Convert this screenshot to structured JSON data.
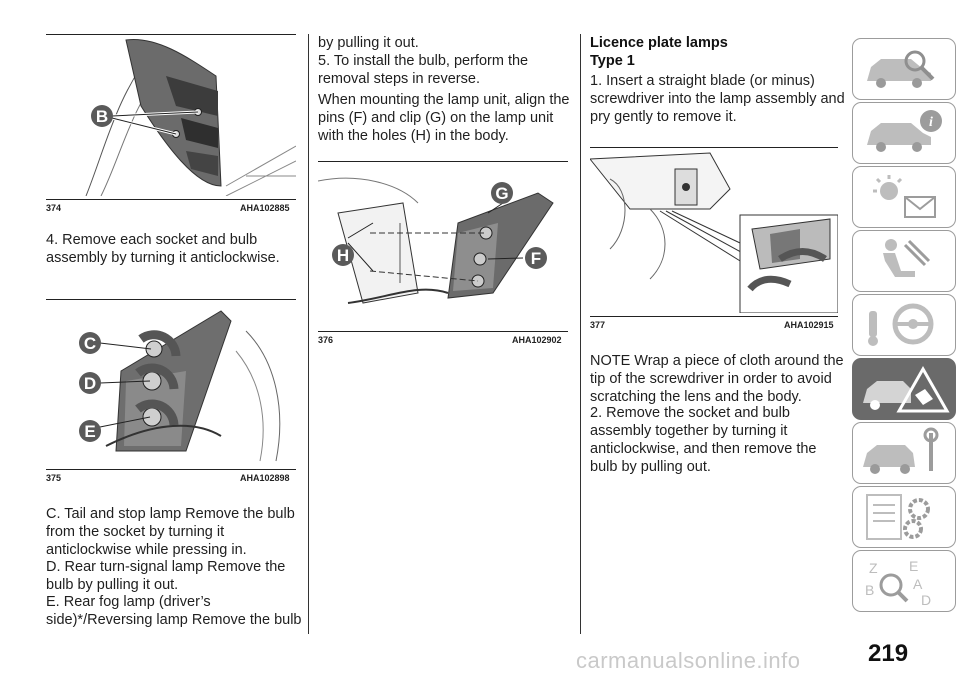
{
  "figures": {
    "fig374": {
      "number": "374",
      "code": "AHA102885",
      "callouts": [
        "B"
      ]
    },
    "fig375": {
      "number": "375",
      "code": "AHA102898",
      "callouts": [
        "C",
        "D",
        "E"
      ]
    },
    "fig376": {
      "number": "376",
      "code": "AHA102902",
      "callouts": [
        "G",
        "H",
        "F"
      ]
    },
    "fig377": {
      "number": "377",
      "code": "AHA102915"
    }
  },
  "column1": {
    "step4": "4. Remove each socket and bulb assembly by turning it anticlockwise.",
    "itemC": "C. Tail and stop lamp Remove the bulb from the socket by turning it anticlockwise while pressing in.",
    "itemD": "D. Rear turn-signal lamp Remove the bulb by pulling it out.",
    "itemE": "E. Rear fog lamp (driver’s side)*/Reversing lamp Remove the bulb"
  },
  "column2": {
    "cont": "by pulling it out.",
    "step5": "5. To install the bulb, perform the removal steps in reverse.",
    "mounting": "When mounting the lamp unit, align the pins (F) and clip (G) on the lamp unit with the holes (H) in the body."
  },
  "column3": {
    "heading": "Licence plate lamps",
    "subheading": "Type 1",
    "step1": "1. Insert a straight blade (or minus) screwdriver into the lamp assembly and pry gently to remove it.",
    "note": "NOTE Wrap a piece of cloth around the tip of the screwdriver in order to avoid scratching the lens and the body.",
    "step2": "2. Remove the socket and bulb assembly together by turning it anticlockwise, and then remove the bulb by pulling out."
  },
  "sidebar": {
    "tabs": [
      {
        "icon": "car-search-icon",
        "active": false
      },
      {
        "icon": "car-info-icon",
        "active": false
      },
      {
        "icon": "warning-light-message-icon",
        "active": false
      },
      {
        "icon": "airbag-seat-icon",
        "active": false
      },
      {
        "icon": "key-steering-wheel-icon",
        "active": false
      },
      {
        "icon": "car-emergency-triangle-icon",
        "active": true
      },
      {
        "icon": "car-wrench-icon",
        "active": false
      },
      {
        "icon": "specifications-gear-icon",
        "active": false
      },
      {
        "icon": "alphabetical-index-icon",
        "active": false
      }
    ]
  },
  "page_number": "219",
  "watermark": "carmanualsonline.info",
  "colors": {
    "active_tab": "#6a6a6a",
    "tab_border": "#9c9c9c",
    "callout": "#5a5a5a"
  }
}
